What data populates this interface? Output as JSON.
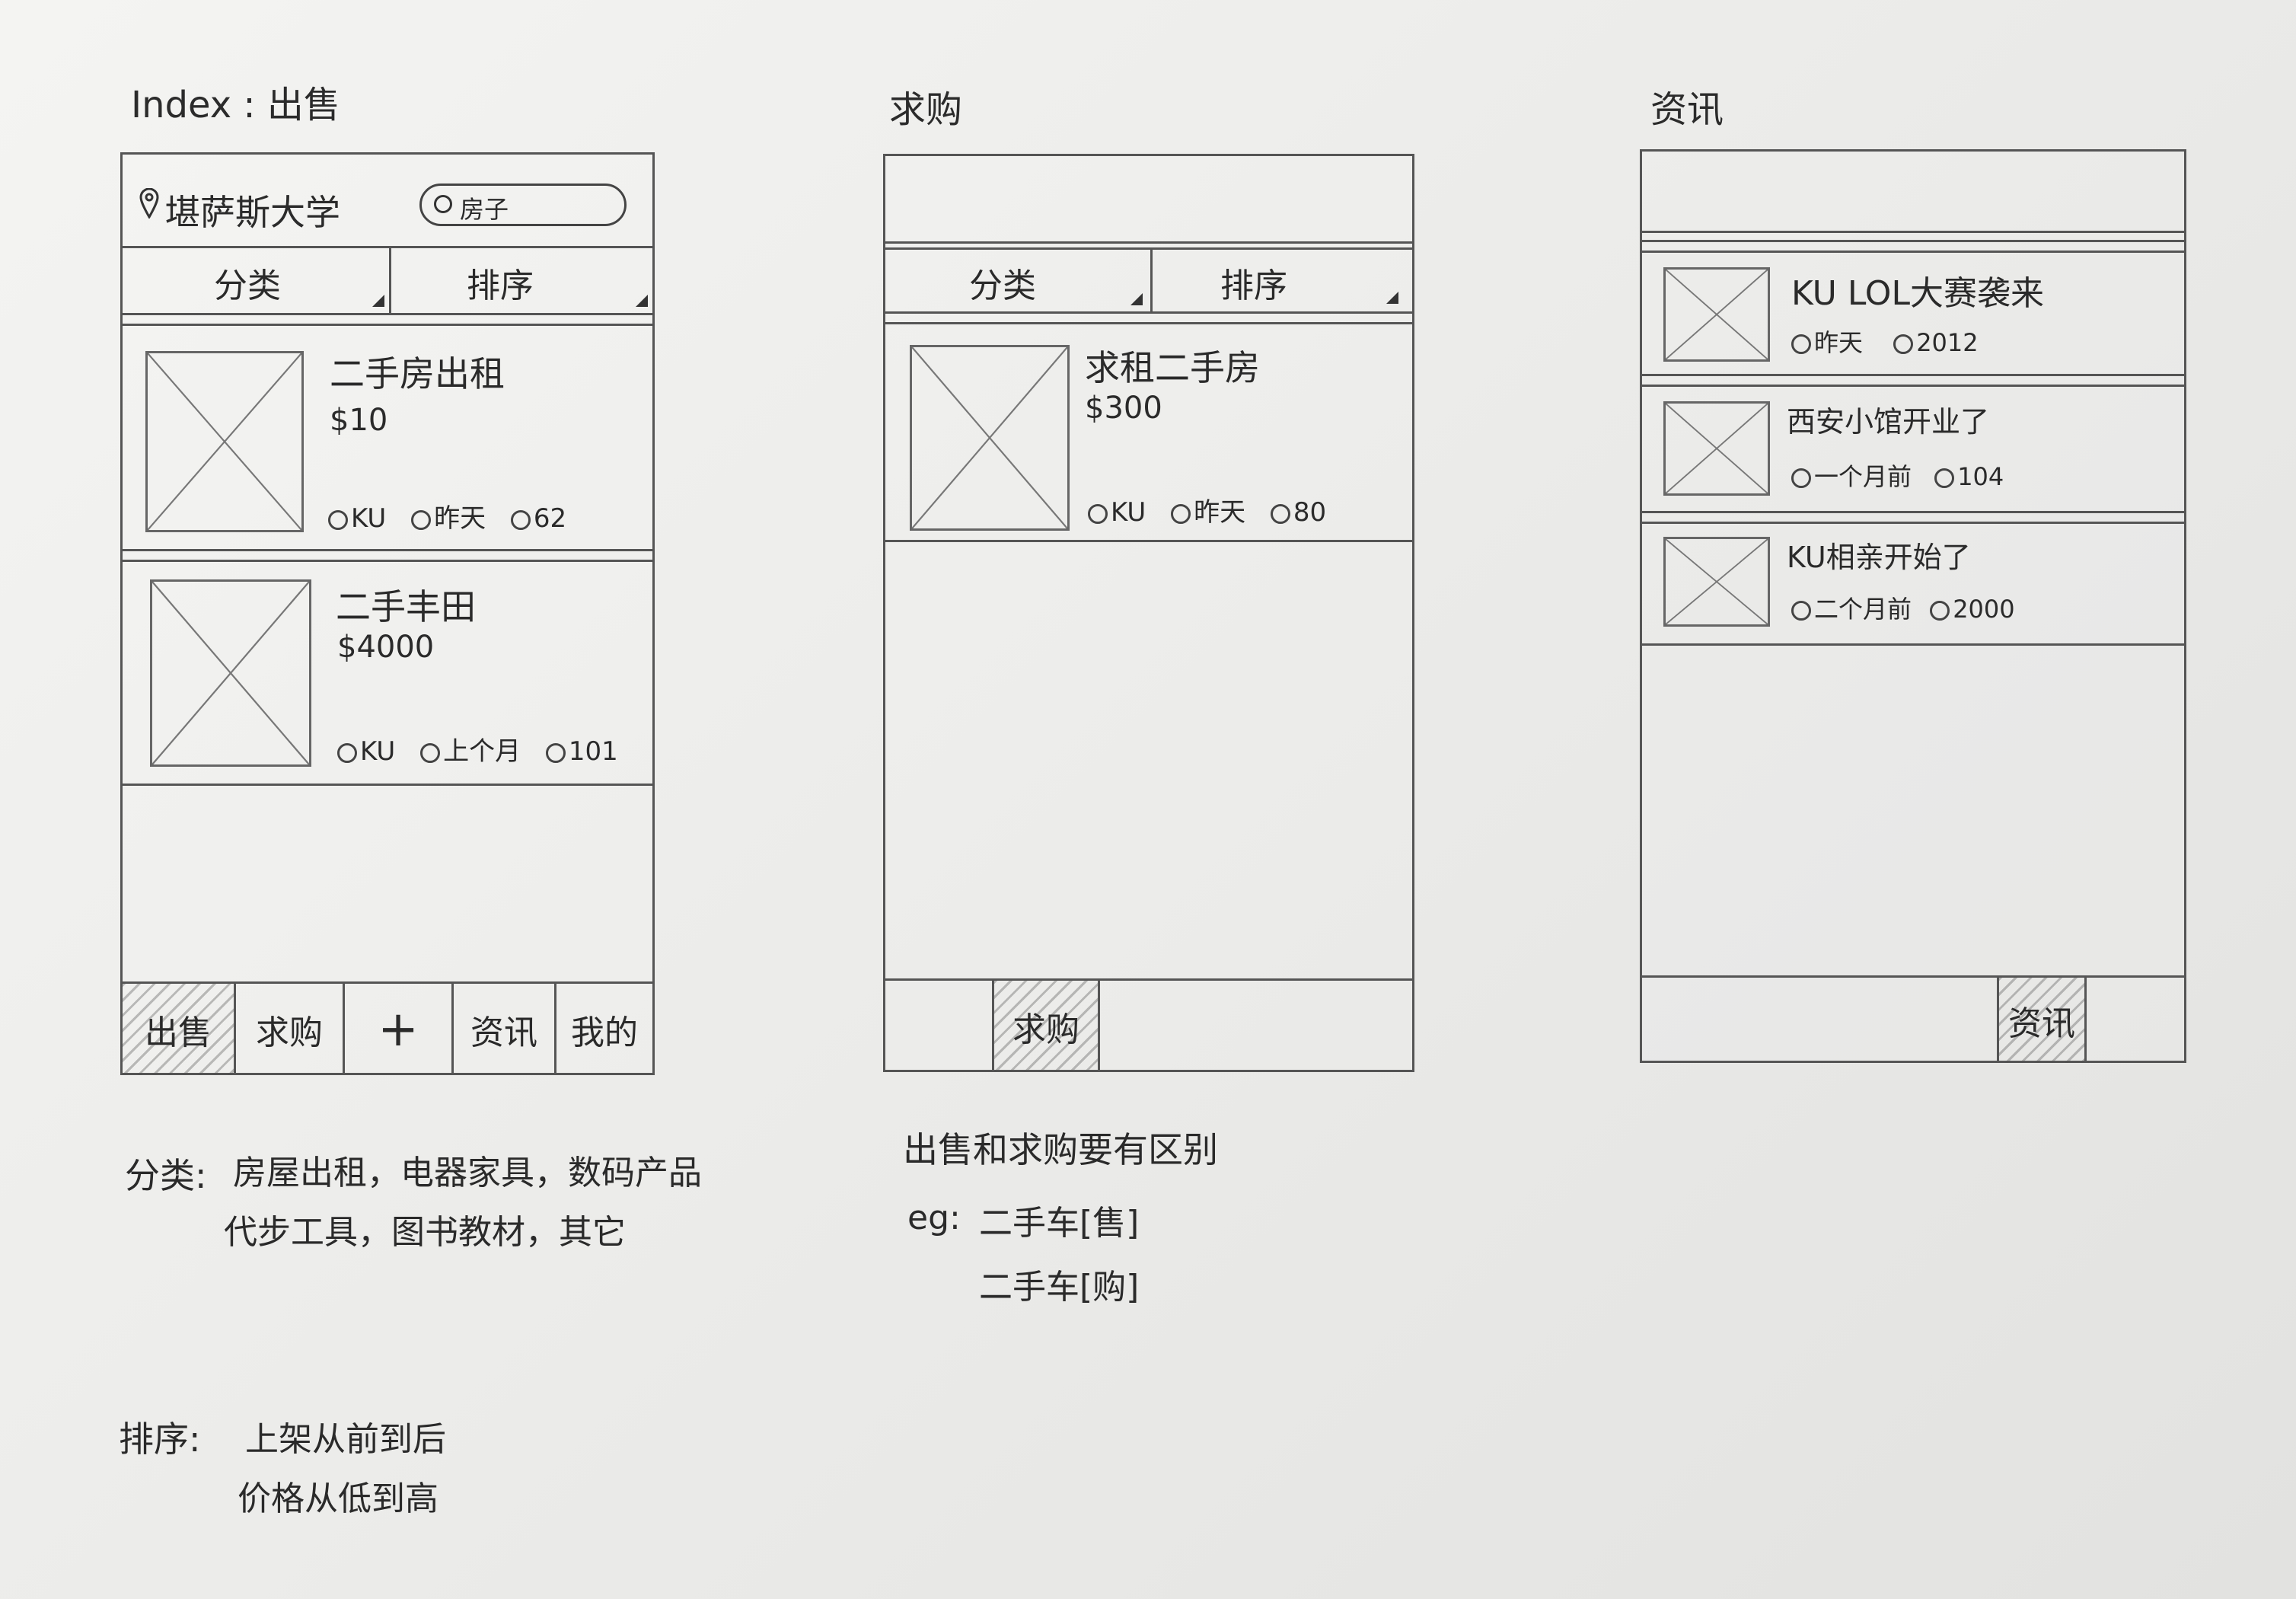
{
  "screens": {
    "index": {
      "heading": "Index : 出售",
      "location": "堪萨斯大学",
      "search_placeholder": "房子",
      "filters": {
        "category": "分类",
        "sort": "排序"
      },
      "items": [
        {
          "title": "二手房出租",
          "price": "$10",
          "place": "KU",
          "time": "昨天",
          "views": "62"
        },
        {
          "title": "二手丰田",
          "price": "$4000",
          "place": "KU",
          "time": "上个月",
          "views": "101"
        }
      ],
      "tabs": [
        "出售",
        "求购",
        "+",
        "资讯",
        "我的"
      ]
    },
    "wanted": {
      "heading": "求购",
      "filters": {
        "category": "分类",
        "sort": "排序"
      },
      "items": [
        {
          "title": "求租二手房",
          "price": "$300",
          "place": "KU",
          "time": "昨天",
          "views": "80"
        }
      ],
      "tab_active": "求购"
    },
    "news": {
      "heading": "资讯",
      "items": [
        {
          "title": "KU LOL大赛袭来",
          "time": "昨天",
          "views": "2012"
        },
        {
          "title": "西安小馆开业了",
          "time": "一个月前",
          "views": "104"
        },
        {
          "title": "KU相亲开始了",
          "time": "二个月前",
          "views": "2000"
        }
      ],
      "tab_active": "资讯"
    }
  },
  "notes": {
    "category_label": "分类:",
    "category_line1": "房屋出租，电器家具，数码产品",
    "category_line2": "代步工具，图书教材，其它",
    "sort_label": "排序:",
    "sort_line1": "上架从前到后",
    "sort_line2": "价格从低到高",
    "distinct_line": "出售和求购要有区别",
    "eg_label": "eg:",
    "eg_line1": "二手车[售]",
    "eg_line2": "二手车[购]"
  }
}
